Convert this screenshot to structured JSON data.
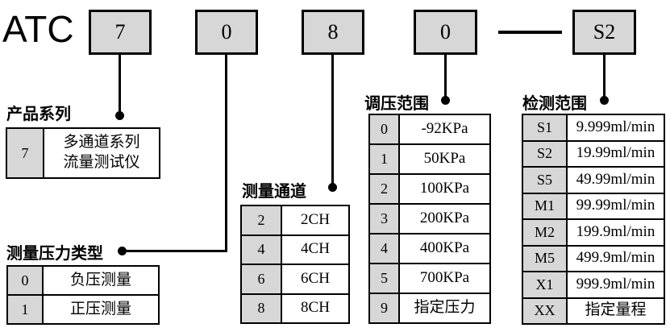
{
  "code": {
    "prefix": "ATC",
    "boxes": [
      {
        "name": "series",
        "value": "7"
      },
      {
        "name": "pressure-type",
        "value": "0"
      },
      {
        "name": "channels",
        "value": "8"
      },
      {
        "name": "pressure-range",
        "value": "0"
      },
      {
        "name": "detection-range",
        "value": "S2"
      }
    ],
    "separator": "—"
  },
  "sections": {
    "product_series": {
      "label": "产品系列",
      "rows": [
        {
          "key": "7",
          "value": "多通道系列\n流量测试仪"
        }
      ]
    },
    "pressure_type": {
      "label": "测量压力类型",
      "rows": [
        {
          "key": "0",
          "value": "负压测量"
        },
        {
          "key": "1",
          "value": "正压测量"
        }
      ]
    },
    "channels": {
      "label": "测量通道",
      "rows": [
        {
          "key": "2",
          "value": "2CH"
        },
        {
          "key": "4",
          "value": "4CH"
        },
        {
          "key": "6",
          "value": "6CH"
        },
        {
          "key": "8",
          "value": "8CH"
        }
      ]
    },
    "pressure_range": {
      "label": "调压范围",
      "rows": [
        {
          "key": "0",
          "value": "-92KPa"
        },
        {
          "key": "1",
          "value": "50KPa"
        },
        {
          "key": "2",
          "value": "100KPa"
        },
        {
          "key": "3",
          "value": "200KPa"
        },
        {
          "key": "4",
          "value": "400KPa"
        },
        {
          "key": "5",
          "value": "700KPa"
        },
        {
          "key": "9",
          "value": "指定压力"
        }
      ]
    },
    "detection_range": {
      "label": "检测范围",
      "rows": [
        {
          "key": "S1",
          "value": "9.999ml/min"
        },
        {
          "key": "S2",
          "value": "19.99ml/min"
        },
        {
          "key": "S5",
          "value": "49.99ml/min"
        },
        {
          "key": "M1",
          "value": "99.99ml/min"
        },
        {
          "key": "M2",
          "value": "199.9ml/min"
        },
        {
          "key": "M5",
          "value": "499.9ml/min"
        },
        {
          "key": "X1",
          "value": "999.9ml/min"
        },
        {
          "key": "XX",
          "value": "指定量程"
        }
      ]
    }
  },
  "colors": {
    "box_fill": "#d7d7d7",
    "border": "#000000",
    "background": "#ffffff"
  }
}
